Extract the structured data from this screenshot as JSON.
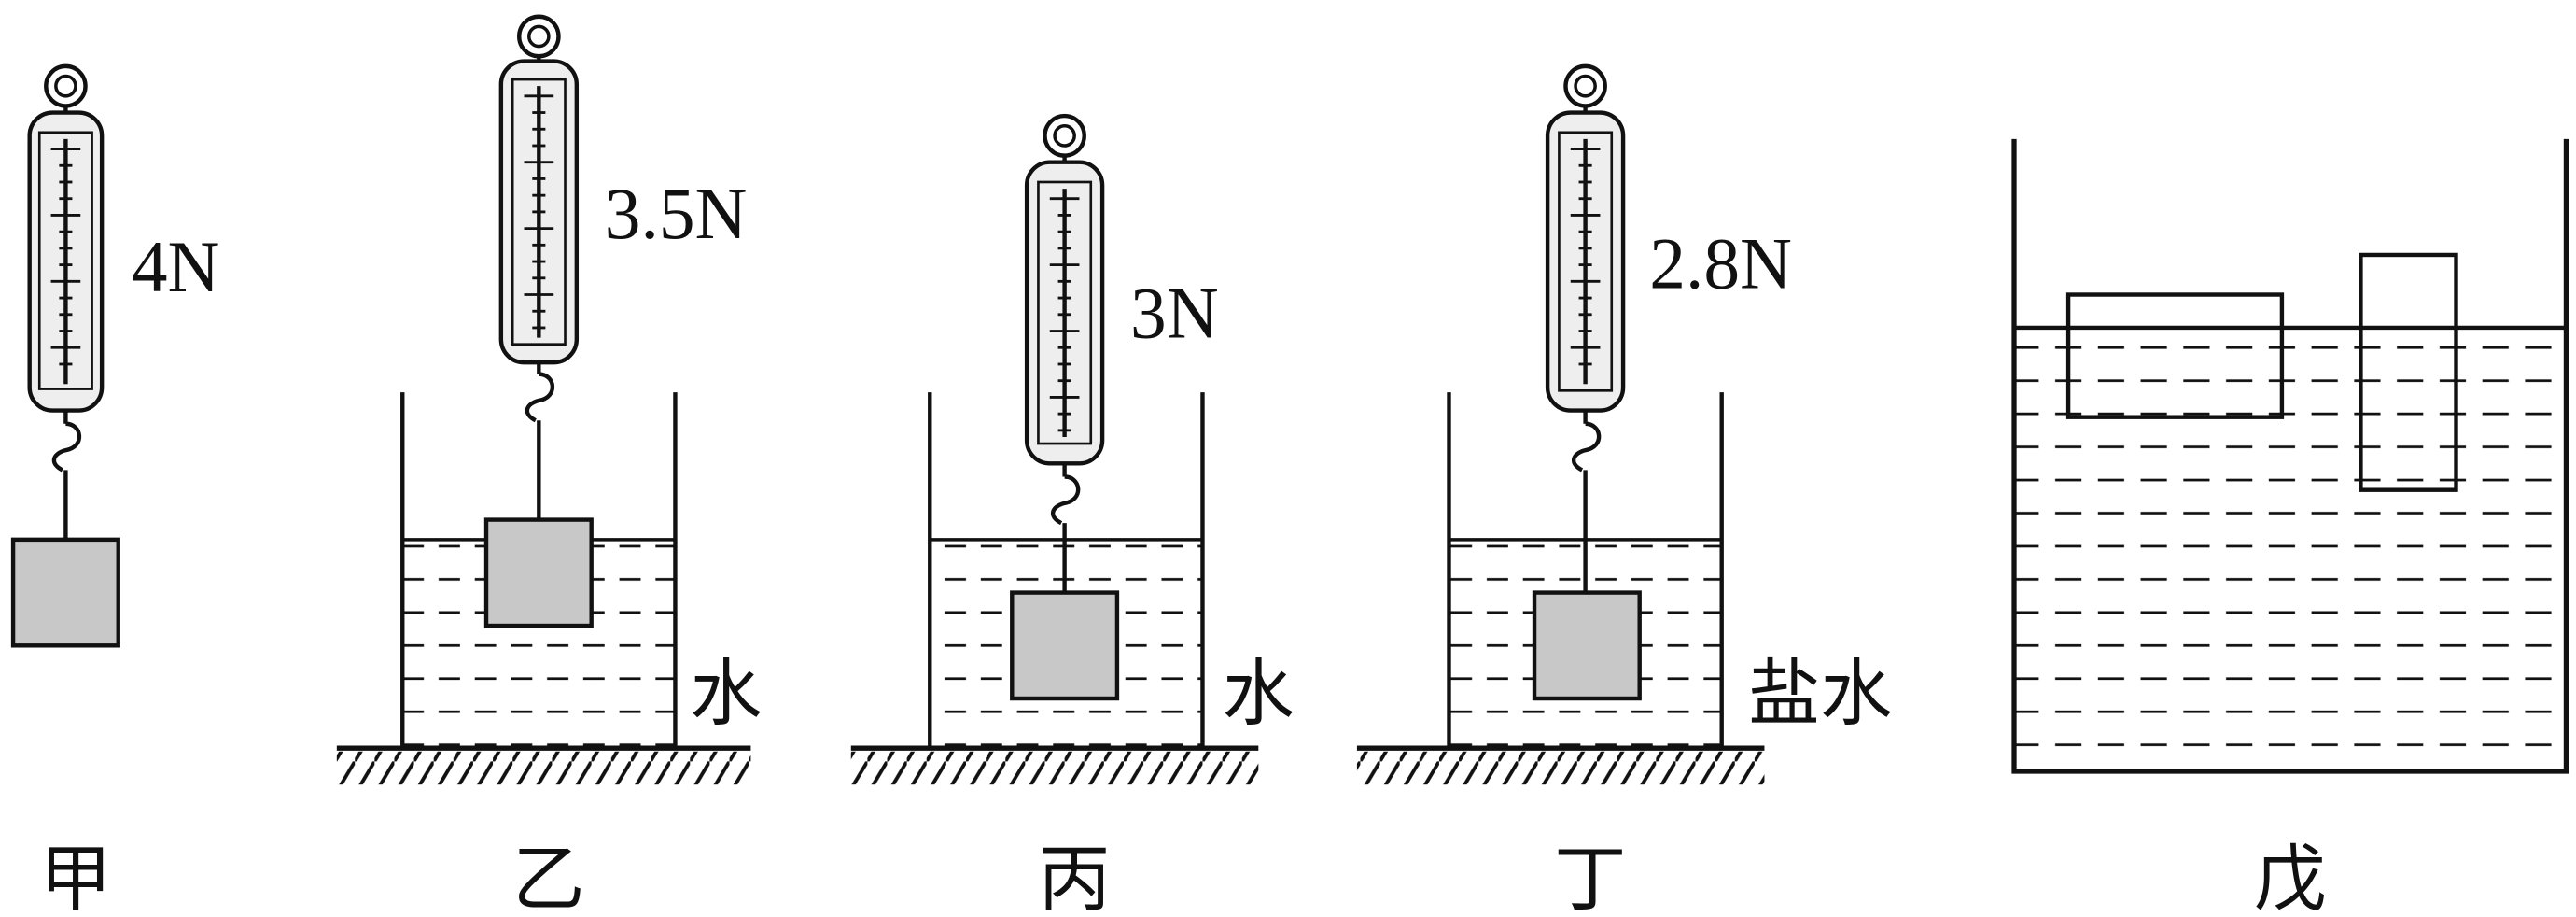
{
  "panels": [
    {
      "id": "jia",
      "caption": "甲",
      "reading": "4N"
    },
    {
      "id": "yi",
      "caption": "乙",
      "reading": "3.5N",
      "liquid": "水"
    },
    {
      "id": "bing",
      "caption": "丙",
      "reading": "3N",
      "liquid": "水"
    },
    {
      "id": "ding",
      "caption": "丁",
      "reading": "2.8N",
      "liquid": "盐水"
    },
    {
      "id": "wu",
      "caption": "戊"
    }
  ],
  "colors": {
    "stroke": "#111111",
    "block": "#c8c8c8",
    "gauge": "#eeeeee"
  }
}
